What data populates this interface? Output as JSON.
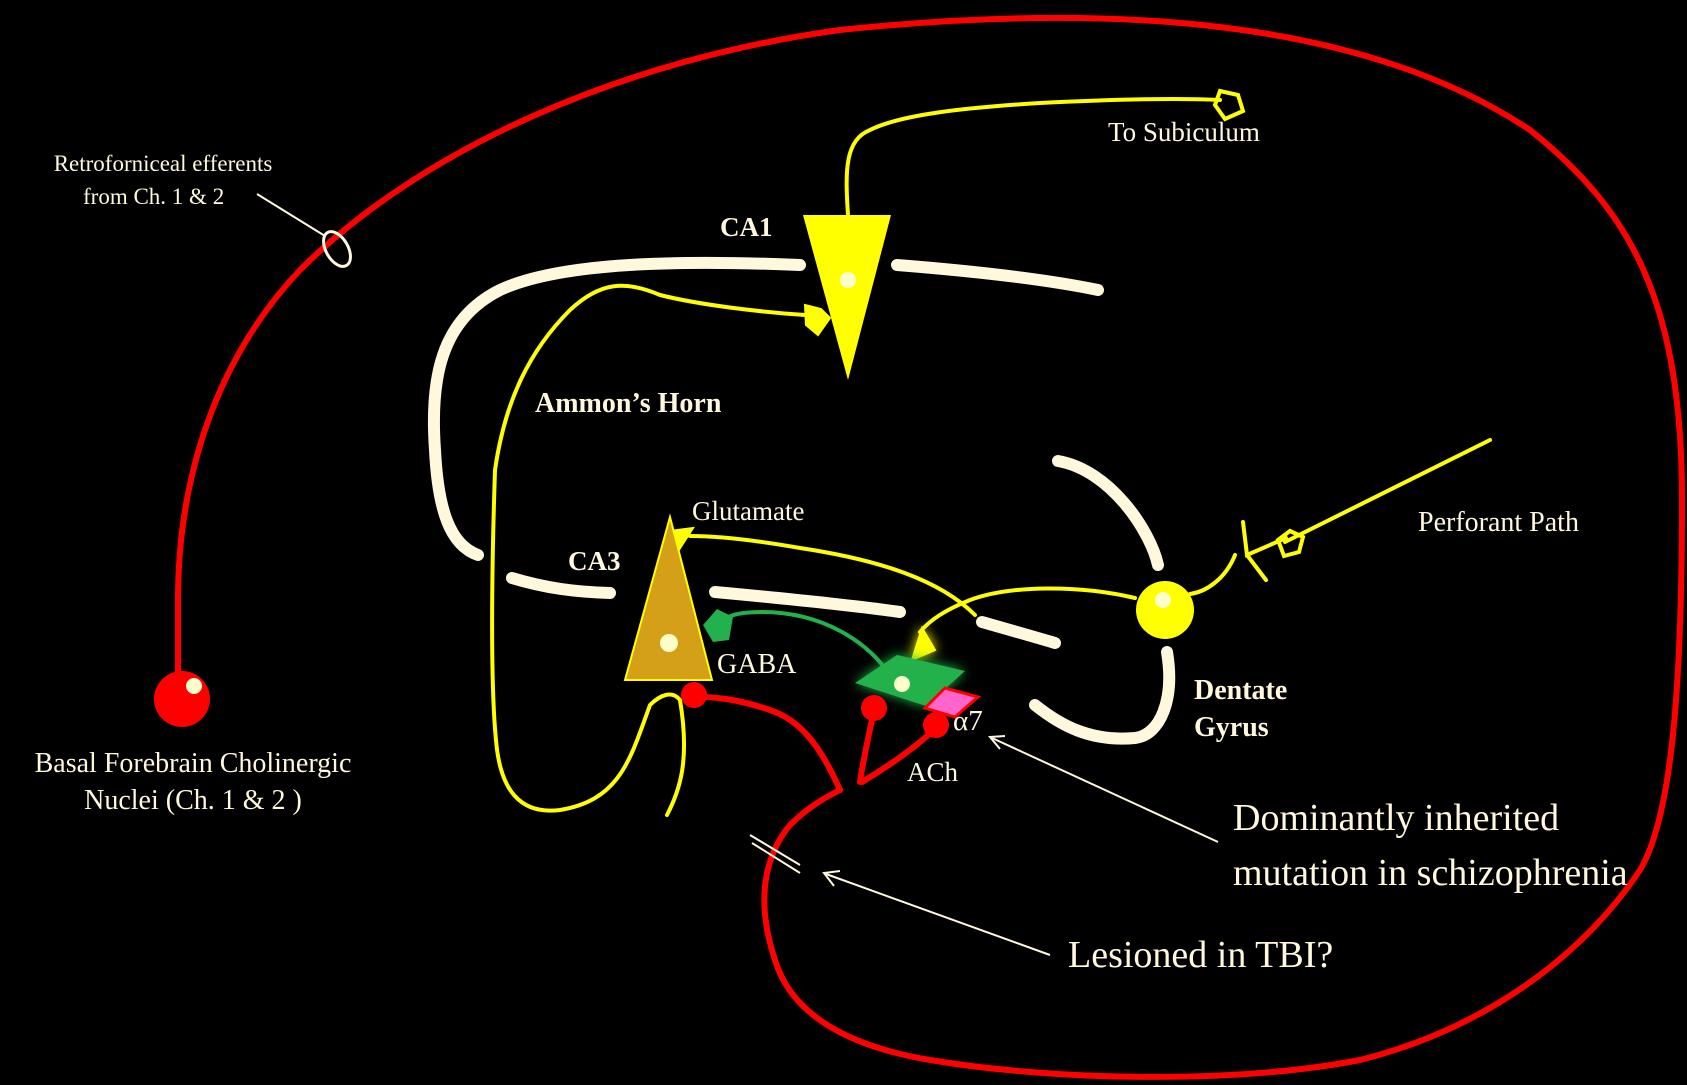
{
  "labels": {
    "retro_line1": "Retroforniceal efferents",
    "retro_line2": "from Ch. 1 & 2",
    "to_subiculum": "To Subiculum",
    "ca1": "CA1",
    "ammons_horn": "Ammon’s Horn",
    "glutamate": "Glutamate",
    "ca3": "CA3",
    "perforant_path": "Perforant Path",
    "gaba": "GABA",
    "dentate_line1": "Dentate",
    "dentate_line2": "Gyrus",
    "alpha7": "α7",
    "ach": "ACh",
    "basal_line1": "Basal Forebrain Cholinergic",
    "basal_line2": "Nuclei (Ch. 1 & 2 )",
    "mutation_line1": "Dominantly inherited",
    "mutation_line2": "mutation in schizophrenia",
    "lesion": "Lesioned in TBI?"
  },
  "colors": {
    "background": "#000000",
    "cholinergic": "#FF0000",
    "glutamatergic": "#FFFF00",
    "gabaergic": "#22B14C",
    "ca3_cell": "#D4A017",
    "cell_layer": "#FFF8DC",
    "receptor": "#FF66CC"
  }
}
